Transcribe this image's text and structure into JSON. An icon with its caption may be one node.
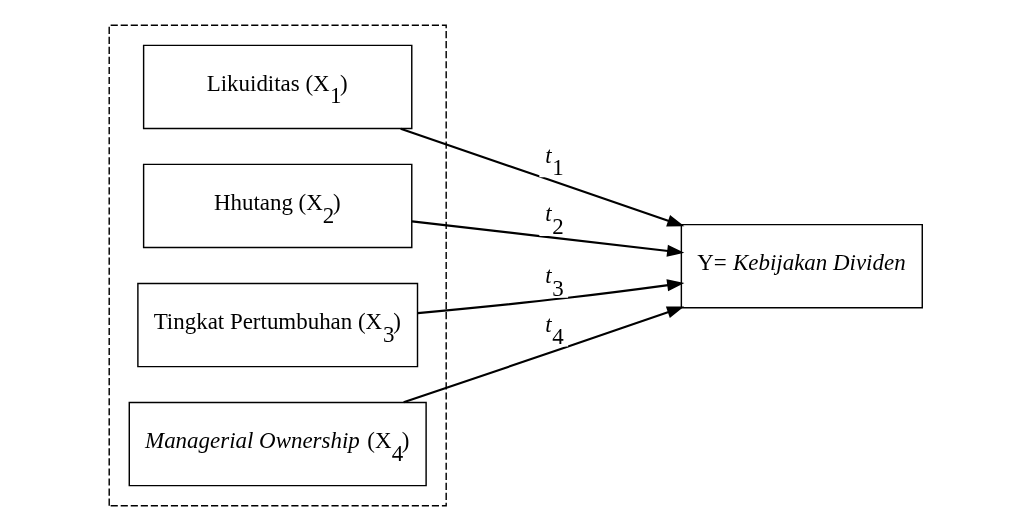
{
  "diagram": {
    "nodes": [
      {
        "text": [],
        "shape": "box"
      },
      {
        "text": [
          "Likuiditas (X$_{1}$)"
        ],
        "in": 0
      },
      {
        "text": [
          "Hhutang (X$_{2}$)"
        ],
        "in": 0
      },
      {
        "text": [
          "Tingkat Pertumbuhan (X$_{3}$)"
        ],
        "in": 0
      },
      {
        "text": [
          "*Managerial Ownership* (X$_{4}$)"
        ],
        "in": 0
      },
      {
        "text": [
          "Y= *Kebijakan Dividen*"
        ]
      }
    ],
    "edges": [
      {
        "from": 1,
        "to": 5,
        "arrow": "to",
        "label": "*t*$_{1}$"
      },
      {
        "from": 2,
        "to": 5,
        "arrow": "to",
        "label": "*t*$_{2}$"
      },
      {
        "from": 3,
        "to": 5,
        "arrow": "to",
        "label": "*t*$_{3}$"
      },
      {
        "from": 4,
        "to": 5,
        "arrow": "to",
        "label": "*t*$_{4}$"
      }
    ]
  }
}
